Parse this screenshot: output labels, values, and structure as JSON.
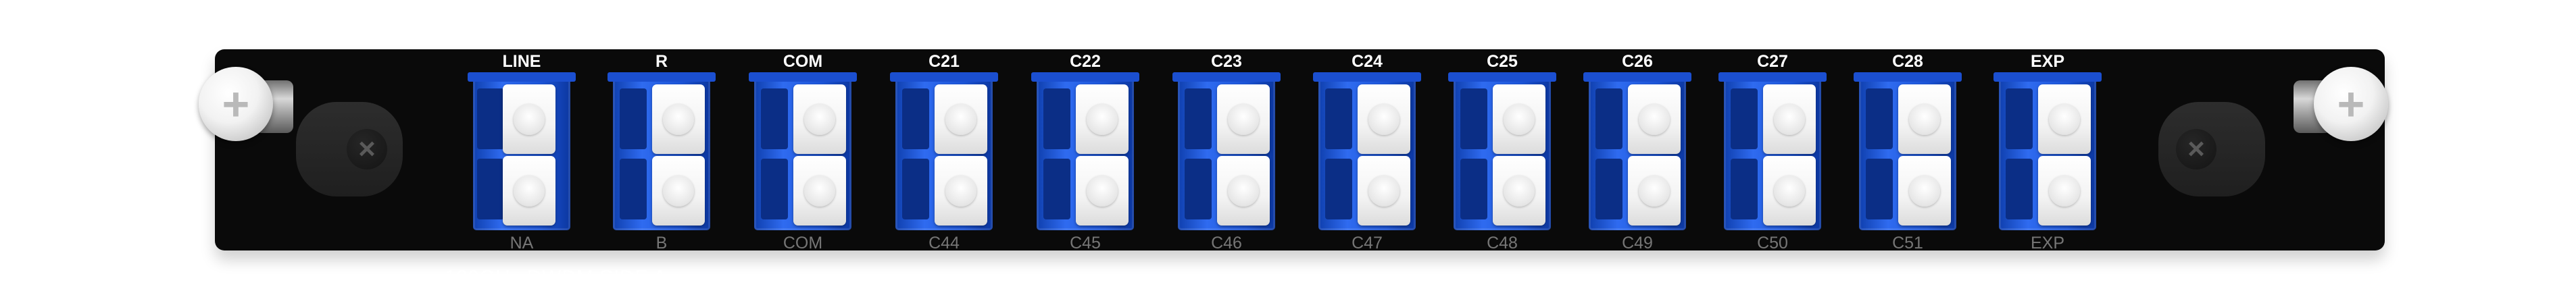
{
  "panel": {
    "title": "100GHz DWDM SIDE A",
    "ports": [
      {
        "top": "LINE",
        "bottom": "NA"
      },
      {
        "top": "R",
        "bottom": "B"
      },
      {
        "top": "COM",
        "bottom": "COM"
      },
      {
        "top": "C21",
        "bottom": "C44"
      },
      {
        "top": "C22",
        "bottom": "C45"
      },
      {
        "top": "C23",
        "bottom": "C46"
      },
      {
        "top": "C24",
        "bottom": "C47"
      },
      {
        "top": "C25",
        "bottom": "C48"
      },
      {
        "top": "C26",
        "bottom": "C49"
      },
      {
        "top": "C27",
        "bottom": "C50"
      },
      {
        "top": "C28",
        "bottom": "C51"
      },
      {
        "top": "EXP",
        "bottom": "EXP"
      }
    ]
  },
  "icons": {
    "left_screw": "thumbscrew-icon",
    "right_screw": "thumbscrew-icon",
    "left_recess": "cross-screw-icon",
    "right_recess": "cross-screw-icon"
  },
  "colors": {
    "panel": "#0a0a0a",
    "adapter_blue": "#2f6bf0",
    "dust_cap": "#f3f3f3",
    "top_label": "#ffffff",
    "bottom_label": "#767676"
  }
}
